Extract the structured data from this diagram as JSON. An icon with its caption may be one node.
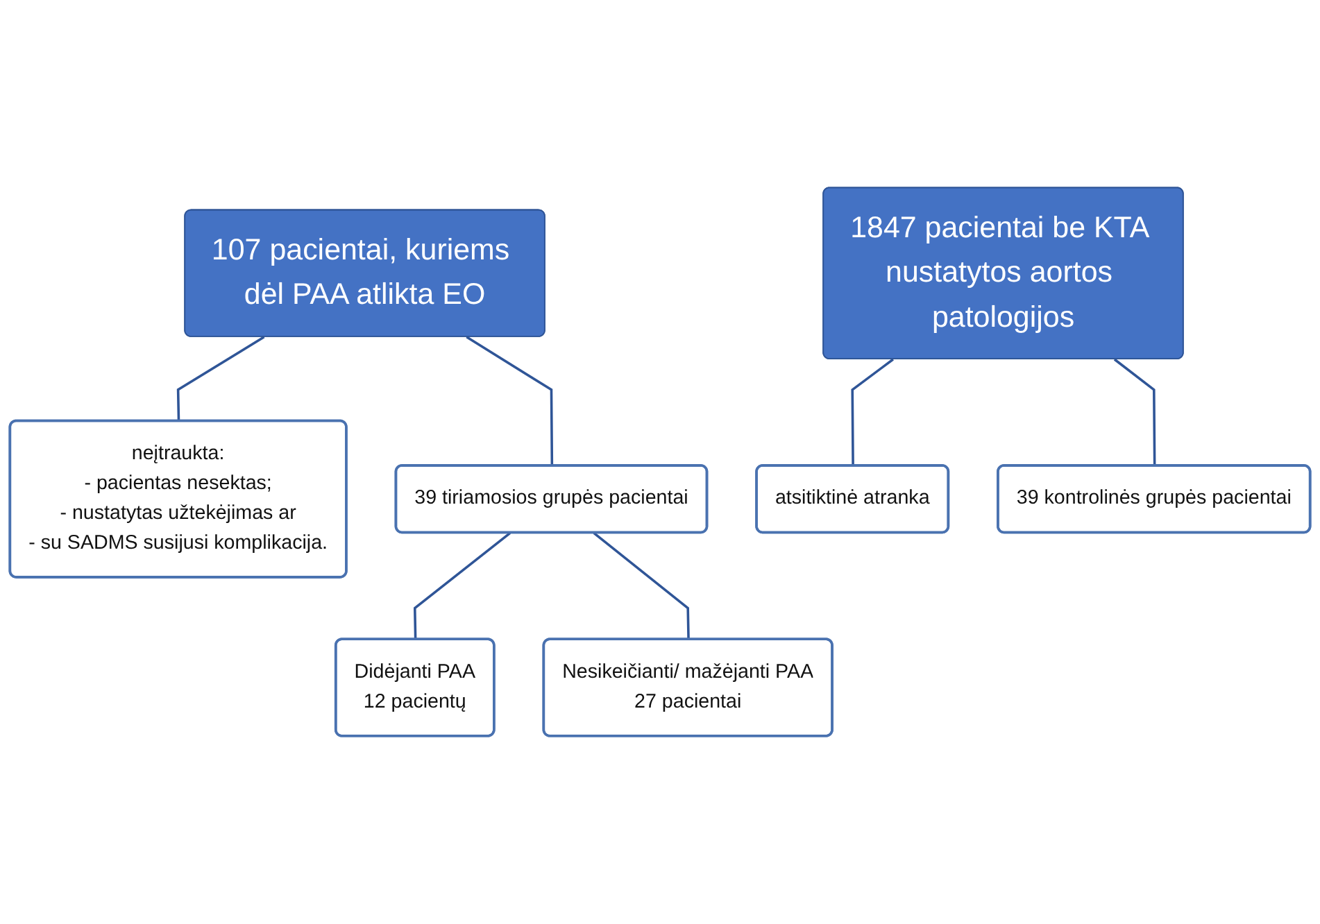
{
  "diagram": {
    "nodes": [
      {
        "text": [
          "107 pacientai, kuriems dėl PAA atlikta EO"
        ]
      },
      {
        "text": [
          "1847 pacientai be KTA nustatytos aortos patologijos"
        ]
      },
      {
        "text": [
          "neįtraukta:",
          "- pacientas nesektas;",
          "- nustatytas užtekėjimas ar",
          "- su SADMS susijusi komplikacija."
        ]
      },
      {
        "text": [
          "atsitiktinė atranka"
        ]
      },
      {
        "text": [
          "39 tiriamosios grupės pacientai"
        ]
      },
      {
        "text": [
          "Didėjanti PAA",
          "12 pacientų"
        ]
      },
      {
        "text": [
          "Nesikeičianti/ mažėjanti PAA",
          "27 pacientai"
        ]
      },
      {
        "text": [
          "39 kontrolinės grupės pacientai"
        ]
      }
    ],
    "edges": [
      {
        "from": 0,
        "to": 2,
        "arrow": "none"
      },
      {
        "from": 0,
        "to": 4,
        "arrow": "none"
      },
      {
        "from": 4,
        "to": 5,
        "arrow": "none"
      },
      {
        "from": 4,
        "to": 6,
        "arrow": "none"
      },
      {
        "from": 1,
        "to": 3,
        "arrow": "none"
      },
      {
        "from": 1,
        "to": 7,
        "arrow": "none"
      }
    ]
  }
}
